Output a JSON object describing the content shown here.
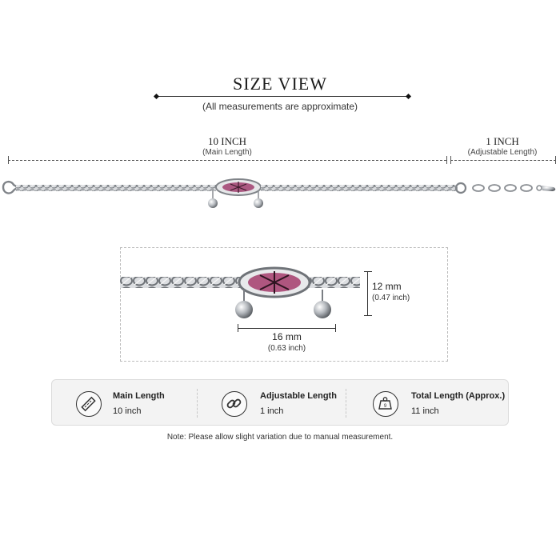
{
  "header": {
    "title": "SIZE VIEW",
    "subtitle": "(All measurements are approximate)"
  },
  "dimensions": {
    "main_length": {
      "value": "10 INCH",
      "label": "(Main Length)"
    },
    "adjustable_length": {
      "value": "1 INCH",
      "label": "(Adjustable Length)"
    }
  },
  "detail": {
    "height": {
      "mm": "12 mm",
      "inch": "(0.47 inch)"
    },
    "width": {
      "mm": "16 mm",
      "inch": "(0.63 inch)"
    }
  },
  "specs": [
    {
      "icon": "ruler-icon",
      "label": "Main Length",
      "value": "10 inch"
    },
    {
      "icon": "chain-link-icon",
      "label": "Adjustable Length",
      "value": "1 inch"
    },
    {
      "icon": "weight-icon",
      "label": "Total Length (Approx.)",
      "value": "11 inch"
    }
  ],
  "note": "Note: Please allow slight variation due to manual measurement.",
  "colors": {
    "silver": "#c9ccd0",
    "silver_dark": "#8a8e93",
    "gem": "#7a1f4a",
    "text": "#222222",
    "panel": "#f3f3f3"
  }
}
